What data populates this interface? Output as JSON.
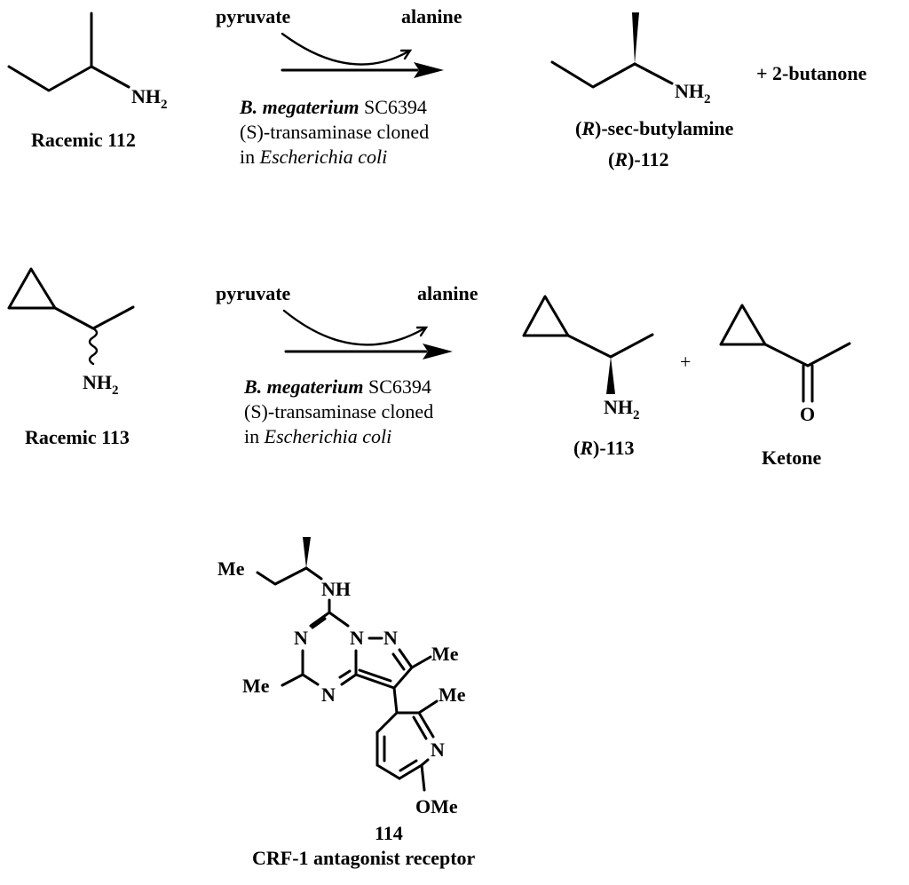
{
  "colors": {
    "ink": "#000000",
    "background": "#ffffff"
  },
  "reaction1": {
    "reagent_in": "pyruvate",
    "reagent_out": "alanine",
    "catalyst_italic": "B. megaterium",
    "catalyst_strain": " SC6394",
    "catalyst_line2": "(S)-transaminase cloned",
    "catalyst_line3_prefix": "in ",
    "catalyst_line3_italic": "Escherichia coli",
    "substrate_label": "Racemic 112",
    "substrate_nh": "NH",
    "substrate_sub": "2",
    "product_nh": "NH",
    "product_sub": "2",
    "product_name_open": "(",
    "product_name_R": "R",
    "product_name_rest": ")-sec-butylamine",
    "product_id_open": "(",
    "product_id_R": "R",
    "product_id_rest": ")-112",
    "coproduct": "+ 2-butanone"
  },
  "reaction2": {
    "reagent_in": "pyruvate",
    "reagent_out": "alanine",
    "catalyst_italic": "B. megaterium",
    "catalyst_strain": " SC6394",
    "catalyst_line2": "(S)-transaminase cloned",
    "catalyst_line3_prefix": "in ",
    "catalyst_line3_italic": "Escherichia coli",
    "substrate_label": "Racemic 113",
    "substrate_nh": "NH",
    "substrate_sub": "2",
    "product_nh": "NH",
    "product_sub": "2",
    "product_id_open": "(",
    "product_id_R": "R",
    "product_id_rest": ")-113",
    "plus": "+",
    "ketone_o": "O",
    "ketone_label": "Ketone"
  },
  "compound114": {
    "me_top": "Me",
    "nh": "NH",
    "n1": "N",
    "n2": "N",
    "n3": "N",
    "n_pyrazole": "N",
    "me_right": "Me",
    "me_left": "Me",
    "me_pyridine": "Me",
    "n_pyridine": "N",
    "ome": "OMe",
    "id": "114",
    "description": "CRF-1 antagonist receptor"
  }
}
